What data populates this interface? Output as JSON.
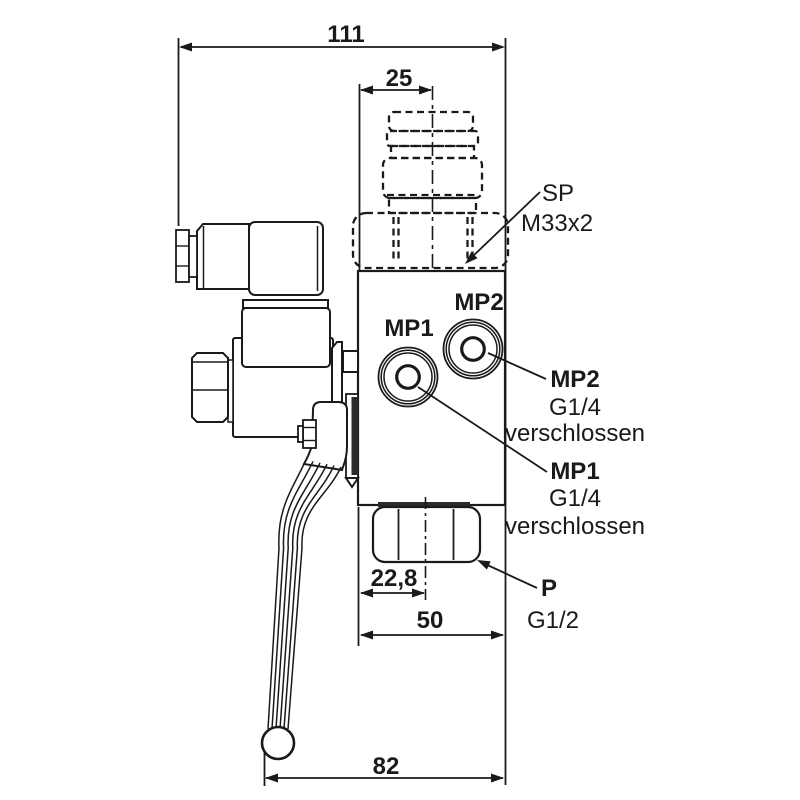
{
  "drawing": {
    "type": "technical-dimension-drawing",
    "dimensions": {
      "overall_width": "111",
      "coupling_offset": "25",
      "p_port_offset": "22,8",
      "block_width": "50",
      "lever_reach": "82"
    },
    "port_labels": {
      "mp2": "MP2",
      "mp1": "MP1"
    },
    "callouts": {
      "sp": {
        "label": "SP",
        "thread": "M33x2"
      },
      "mp2": {
        "label": "MP2",
        "thread": "G1/4",
        "note": "verschlossen"
      },
      "mp1": {
        "label": "MP1",
        "thread": "G1/4",
        "note": "verschlossen"
      },
      "p": {
        "label": "P",
        "thread": "G1/2"
      }
    },
    "colors": {
      "line": "#1a1a1a",
      "dark_fill": "#2a2a2a",
      "background": "#ffffff"
    }
  }
}
